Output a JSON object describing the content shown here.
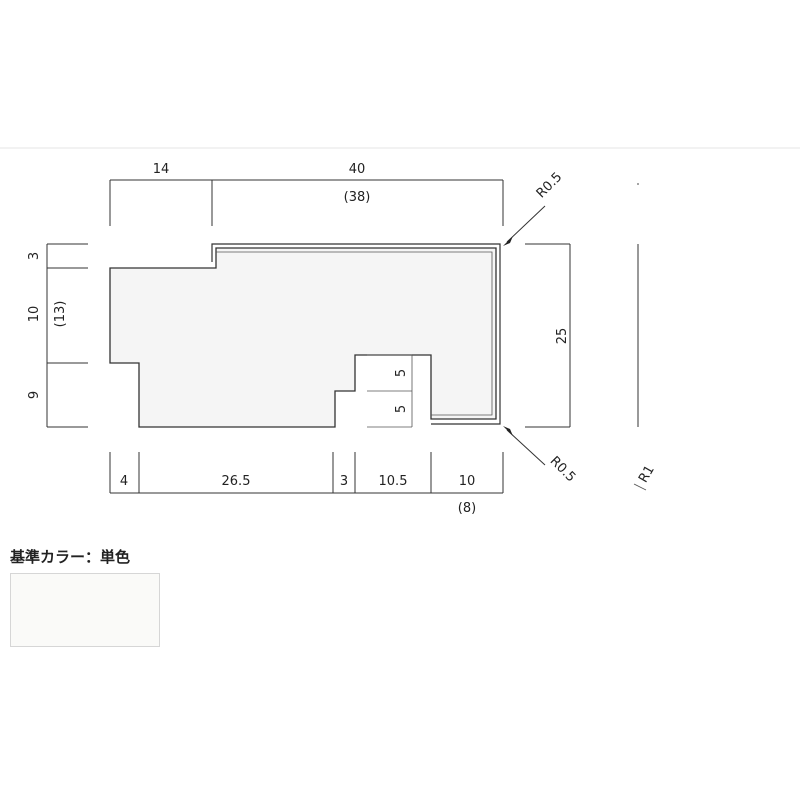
{
  "diagram": {
    "top_dims": {
      "left": "14",
      "right": "40",
      "right_alt": "(38)"
    },
    "left_dims": {
      "top": "3",
      "middle": "10",
      "middle_alt": "(13)",
      "bottom": "9"
    },
    "bottom_dims": {
      "a": "4",
      "b": "26.5",
      "c": "3",
      "d": "10.5",
      "e": "10",
      "e_alt": "(8)"
    },
    "inner_dims": {
      "upper": "5",
      "lower": "5"
    },
    "right_dims": {
      "height": "25"
    },
    "radius_labels": {
      "top": "R0.5",
      "bottom": "R0.5",
      "side": "R1"
    },
    "colors": {
      "profile_fill": "#f5f5f5",
      "line": "#333333"
    }
  },
  "legend": {
    "title": "基準カラー：単色",
    "swatch_color": "#fafaf8"
  }
}
